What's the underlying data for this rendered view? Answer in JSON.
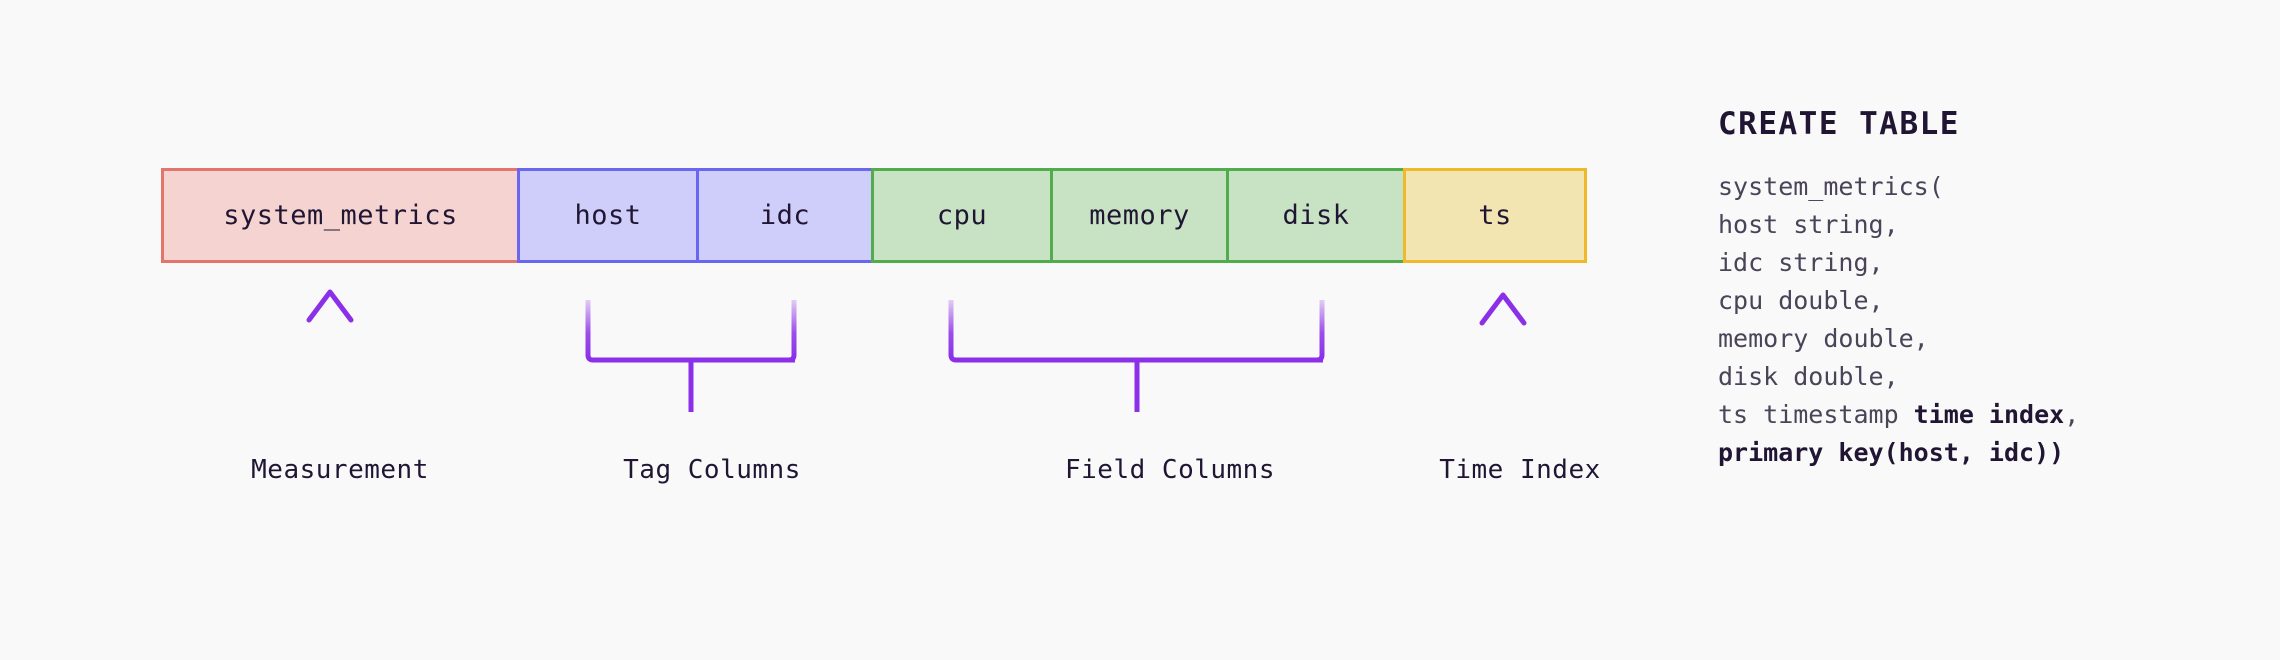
{
  "page": {
    "background_color": "#f9f9f9",
    "text_color": "#201634"
  },
  "schema_strip": {
    "groups": [
      {
        "kind": "measurement",
        "fill_color": "#f5d3d1",
        "border_color": "#e2766c",
        "cells": [
          {
            "label": "system_metrics"
          }
        ]
      },
      {
        "kind": "tags",
        "fill_color": "#cfcefb",
        "border_color": "#6b66f0",
        "cells": [
          {
            "label": "host"
          },
          {
            "label": "idc"
          }
        ]
      },
      {
        "kind": "fields",
        "fill_color": "#c8e3c3",
        "border_color": "#52ab4c",
        "cells": [
          {
            "label": "cpu"
          },
          {
            "label": "memory"
          },
          {
            "label": "disk"
          }
        ]
      },
      {
        "kind": "time_index",
        "fill_color": "#f3e5b1",
        "border_color": "#eeb92a",
        "cells": [
          {
            "label": "ts"
          }
        ]
      }
    ]
  },
  "annotations": {
    "connector_color": "#8b2fe8",
    "items": [
      {
        "label": "Measurement",
        "marker": "arrow-up",
        "target": "system_metrics"
      },
      {
        "label": "Tag Columns",
        "marker": "brace-up",
        "target": "host,idc"
      },
      {
        "label": "Field Columns",
        "marker": "brace-up",
        "target": "cpu,memory,disk"
      },
      {
        "label": "Time Index",
        "marker": "arrow-up",
        "target": "ts"
      }
    ]
  },
  "sql_panel": {
    "title": "CREATE TABLE",
    "lines": [
      {
        "segments": [
          {
            "text": "system_metrics(",
            "bold": false
          }
        ]
      },
      {
        "segments": [
          {
            "text": "host string,",
            "bold": false
          }
        ]
      },
      {
        "segments": [
          {
            "text": "idc string,",
            "bold": false
          }
        ]
      },
      {
        "segments": [
          {
            "text": "cpu double,",
            "bold": false
          }
        ]
      },
      {
        "segments": [
          {
            "text": "memory double,",
            "bold": false
          }
        ]
      },
      {
        "segments": [
          {
            "text": "disk double,",
            "bold": false
          }
        ]
      },
      {
        "segments": [
          {
            "text": "ts timestamp ",
            "bold": false
          },
          {
            "text": "time index",
            "bold": true
          },
          {
            "text": ",",
            "bold": false
          }
        ]
      },
      {
        "segments": [
          {
            "text": "primary key(host, idc))",
            "bold": true
          }
        ]
      }
    ]
  }
}
